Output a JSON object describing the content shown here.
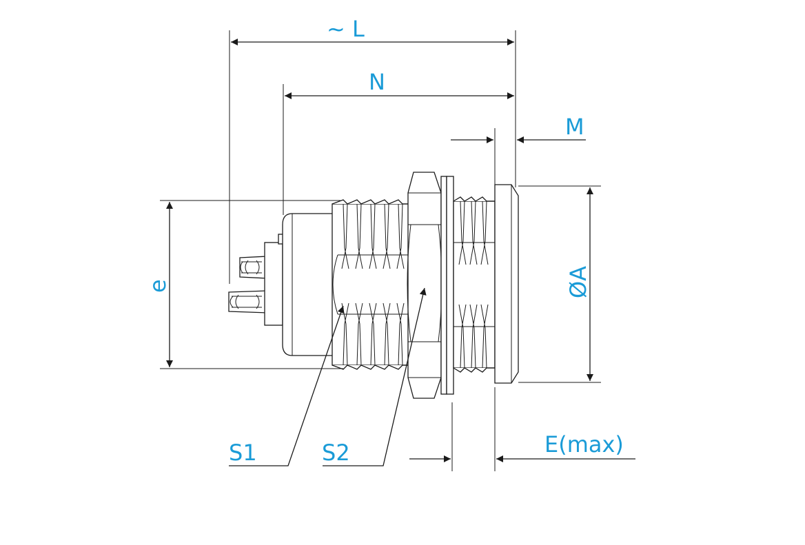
{
  "colors": {
    "label": "#1a9bd7",
    "line": "#1a1a1a",
    "background": "#ffffff"
  },
  "labels": {
    "overall_length": "~ L",
    "length_n": "N",
    "flange_m": "M",
    "diameter": "ØA",
    "thread": "e",
    "spanner_s1": "S1",
    "spanner_s2": "S2",
    "panel_thickness": "E(max)"
  }
}
